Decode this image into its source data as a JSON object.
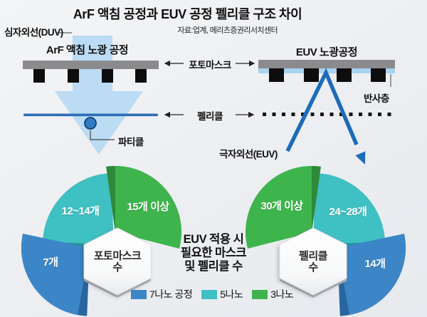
{
  "title": "ArF 액침 공정과 EUV 공정 펠리클 구조 차이",
  "source": "자료:업계, 메리츠증권리서치센터",
  "diagram": {
    "left": {
      "header": "ArF 액침 노광 공정",
      "duv_label": "심자외선(DUV)",
      "particle_label": "파티클"
    },
    "right": {
      "header": "EUV 노광공정",
      "reflective_label": "반사층",
      "euv_ray_label": "극자외선(EUV)"
    },
    "shared": {
      "photomask_label": "포토마스크",
      "pellicle_label": "펠리클"
    }
  },
  "charts": {
    "caption_lines": [
      "EUV 적용 시",
      "필요한 마스크",
      "및 펠리클 수"
    ],
    "left": {
      "center_title": "포토마스크",
      "center_title_line2": "수",
      "wedges": [
        {
          "label": "7개",
          "series": "7나노 공정",
          "color": "#3c86c8"
        },
        {
          "label": "12~14개",
          "series": "5나노",
          "color": "#3fc0c2"
        },
        {
          "label": "15개 이상",
          "series": "3나노",
          "color": "#3eb44c"
        }
      ]
    },
    "right": {
      "center_title": "펠리클",
      "center_title_line2": "수",
      "wedges": [
        {
          "label": "30개 이상",
          "series": "3나노",
          "color": "#3eb44c"
        },
        {
          "label": "24~28개",
          "series": "5나노",
          "color": "#3fc0c2"
        },
        {
          "label": "14개",
          "series": "7나노 공정",
          "color": "#3c86c8"
        }
      ]
    },
    "legend": [
      {
        "label": "7나노 공정",
        "color": "#3c86c8"
      },
      {
        "label": "5나노",
        "color": "#3fc0c2"
      },
      {
        "label": "3나노",
        "color": "#3eb44c"
      }
    ]
  },
  "chart_data": [
    {
      "type": "pie",
      "title": "포토마스크 수",
      "categories": [
        "7나노 공정",
        "5나노",
        "3나노"
      ],
      "values_text": [
        "7개",
        "12~14개",
        "15개 이상"
      ],
      "values": [
        7,
        13,
        15
      ],
      "legend_position": "bottom-center",
      "note": "세 개의 부채꼴 팬 차트, 중앙 육각형 라벨"
    },
    {
      "type": "pie",
      "title": "펠리클 수",
      "categories": [
        "3나노",
        "5나노",
        "7나노 공정"
      ],
      "values_text": [
        "30개 이상",
        "24~28개",
        "14개"
      ],
      "values": [
        30,
        26,
        14
      ],
      "legend_position": "bottom-center",
      "note": "세 개의 부채꼴 팬 차트, 중앙 육각형 라벨"
    }
  ],
  "colors": {
    "blue": "#3c86c8",
    "teal": "#3fc0c2",
    "green": "#3eb44c",
    "blue_dark": "#29659e",
    "teal_dark": "#279194",
    "green_dark": "#2e8a3a",
    "light_blue": "#aed6f1",
    "pellicle_blue": "#2f6eb5",
    "euv_arrow_blue": "#1d6cb8",
    "mask_gray": "#8b8b8e",
    "background": "#edeff2"
  }
}
